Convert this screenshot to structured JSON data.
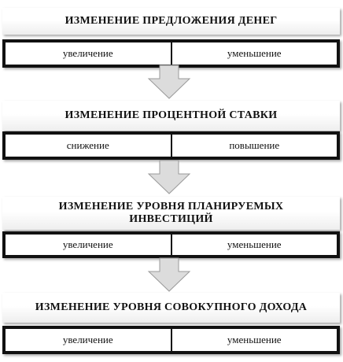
{
  "blocks": [
    {
      "title": "ИЗМЕНЕНИЕ  ПРЕДЛОЖЕНИЯ ДЕНЕГ",
      "left": "увеличение",
      "right": "уменьшение"
    },
    {
      "title": "ИЗМЕНЕНИЕ  ПРОЦЕНТНОЙ  СТАВКИ",
      "left": "снижение",
      "right": "повышение"
    },
    {
      "title": "ИЗМЕНЕНИЕ  УРОВНЯ ПЛАНИРУЕМЫХ ИНВЕСТИЦИЙ",
      "left": "увеличение",
      "right": "уменьшение"
    },
    {
      "title": "ИЗМЕНЕНИЕ  УРОВНЯ СОВОКУПНОГО ДОХОДА",
      "left": "увеличение",
      "right": "уменьшение"
    }
  ],
  "colors": {
    "border": "#111111",
    "arrow_fill": "#dcdcdc",
    "arrow_stroke": "#9a9a9a"
  }
}
